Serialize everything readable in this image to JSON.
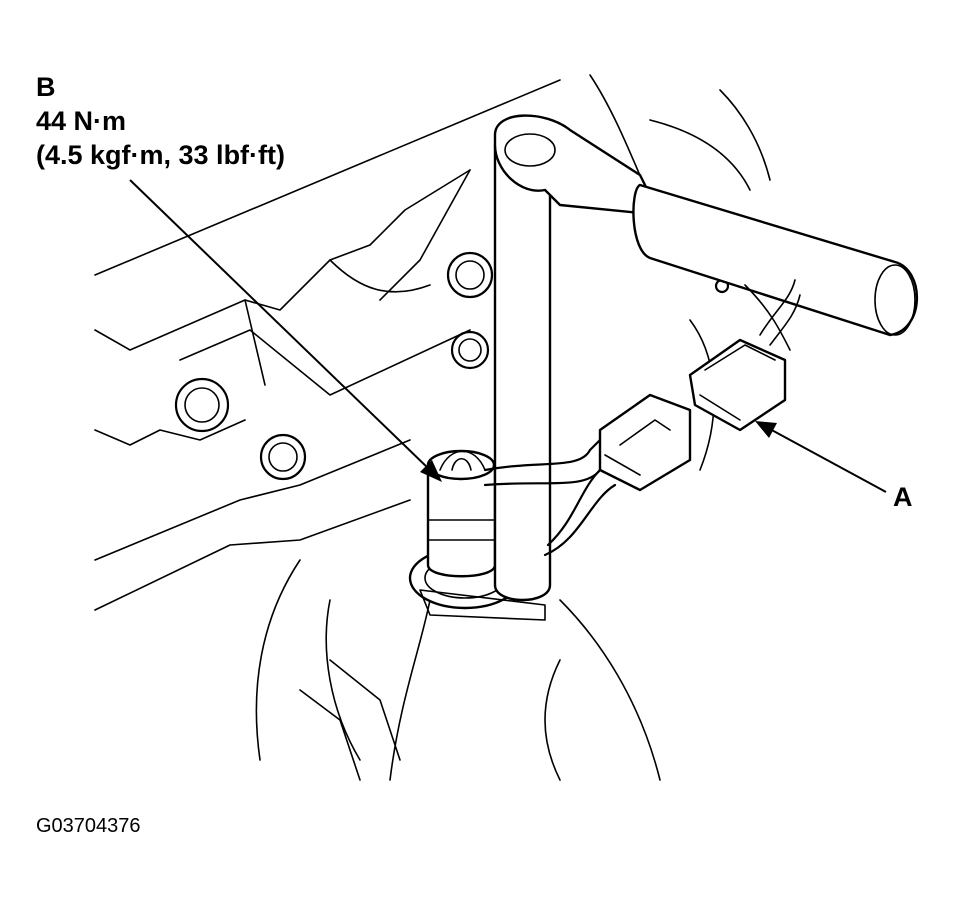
{
  "callouts": {
    "b": {
      "letter": "B",
      "torque_nm": "44 N·m",
      "torque_alt": "(4.5 kgf·m, 33 lbf·ft)"
    },
    "a": {
      "letter": "A"
    }
  },
  "figure_id": "G03704376",
  "parts": {
    "engine_block": "engine-outline",
    "oxygen_sensor": "sensor-b",
    "sensor_connector": "connector-a",
    "wrench": "socket-wrench"
  }
}
